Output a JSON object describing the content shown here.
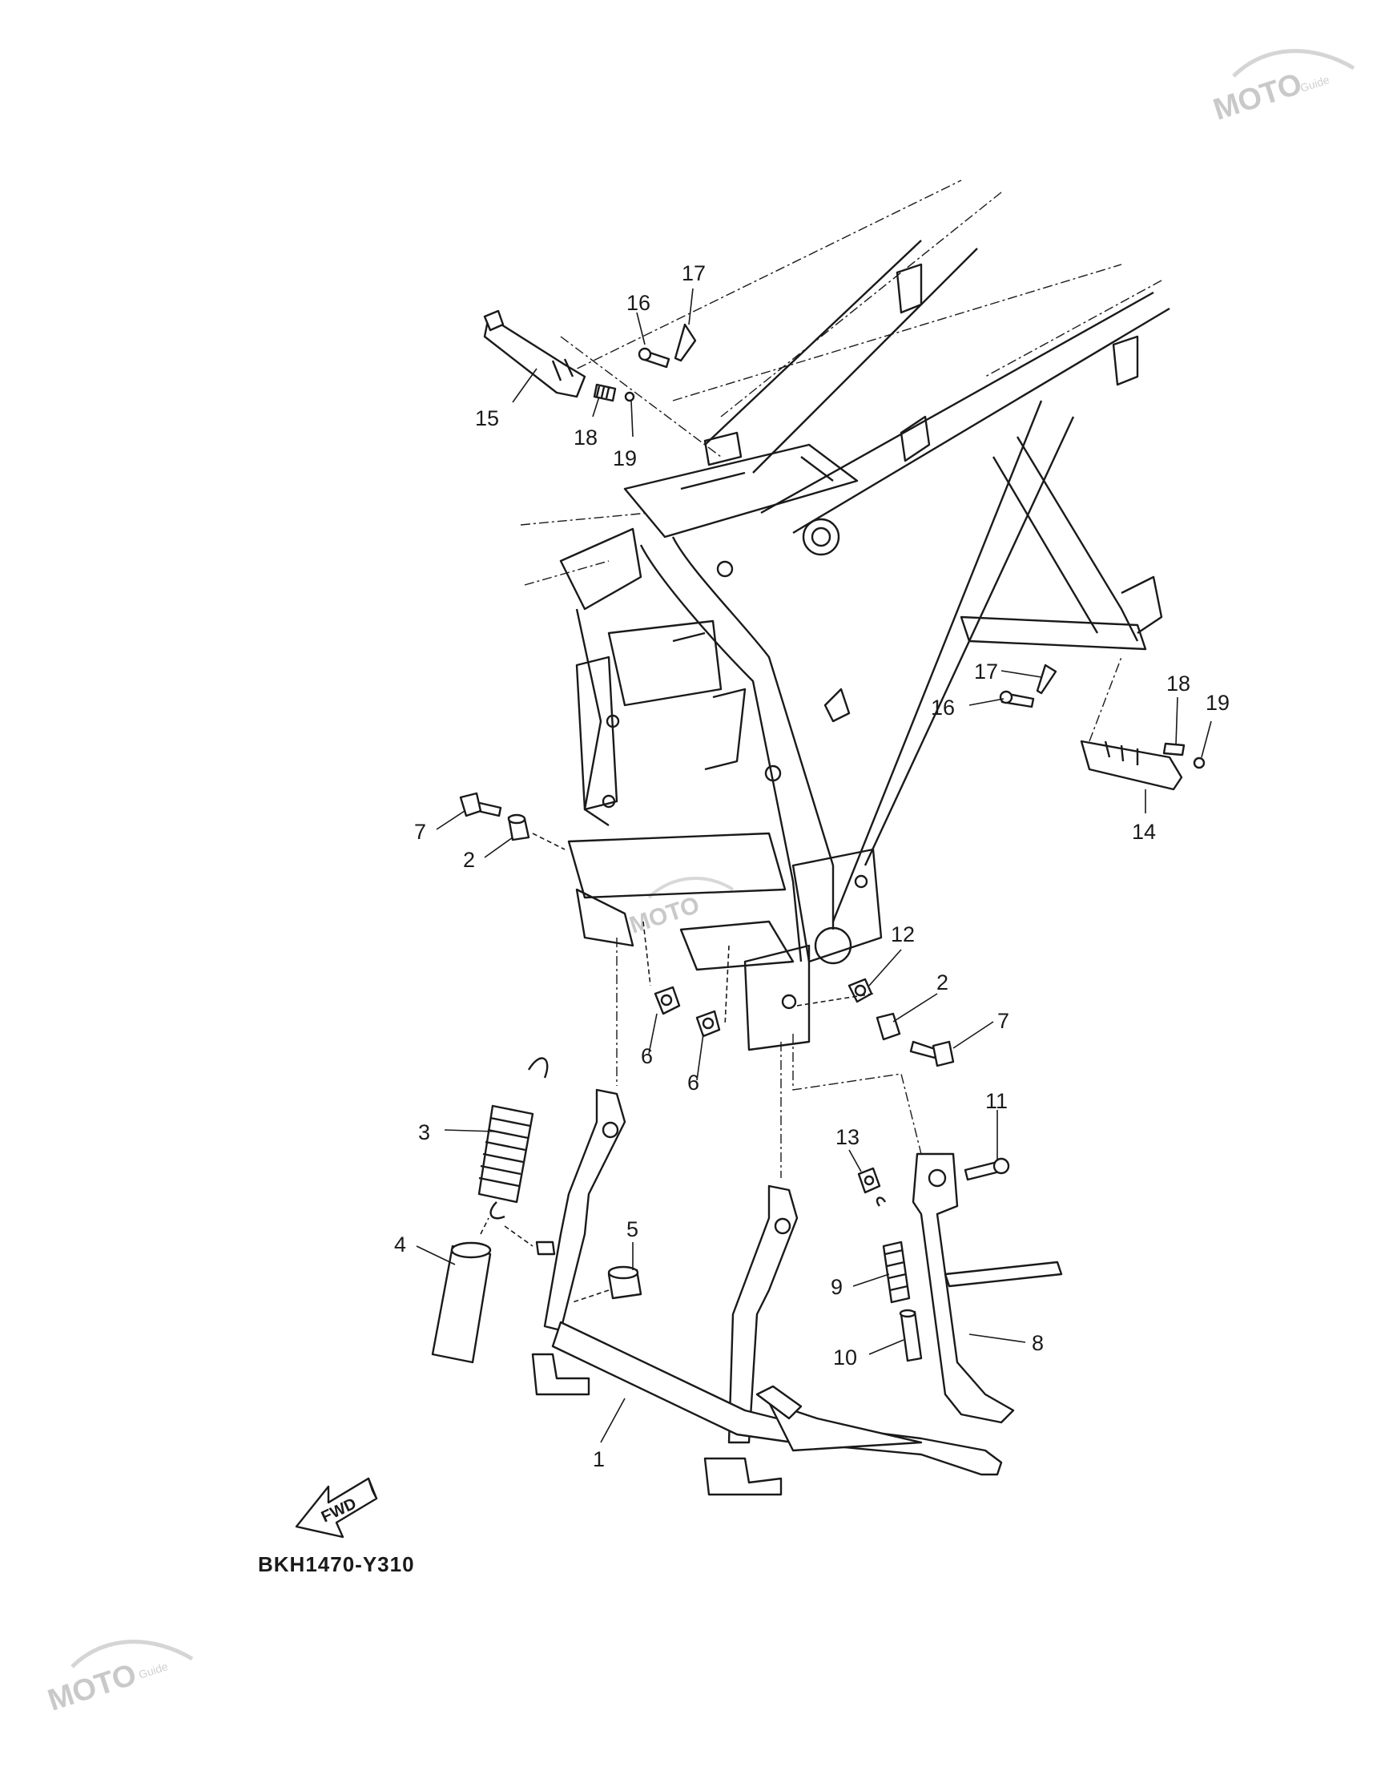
{
  "diagram": {
    "code": "BKH1470-Y310",
    "fwd_label": "FWD",
    "watermark": {
      "brand": "MOTO",
      "sub": "Guide"
    },
    "callouts": [
      {
        "id": "c1",
        "label": "1"
      },
      {
        "id": "c2a",
        "label": "2"
      },
      {
        "id": "c2b",
        "label": "2"
      },
      {
        "id": "c3",
        "label": "3"
      },
      {
        "id": "c4",
        "label": "4"
      },
      {
        "id": "c5",
        "label": "5"
      },
      {
        "id": "c6a",
        "label": "6"
      },
      {
        "id": "c6b",
        "label": "6"
      },
      {
        "id": "c7a",
        "label": "7"
      },
      {
        "id": "c7b",
        "label": "7"
      },
      {
        "id": "c8",
        "label": "8"
      },
      {
        "id": "c9",
        "label": "9"
      },
      {
        "id": "c10",
        "label": "10"
      },
      {
        "id": "c11",
        "label": "11"
      },
      {
        "id": "c12",
        "label": "12"
      },
      {
        "id": "c13",
        "label": "13"
      },
      {
        "id": "c14",
        "label": "14"
      },
      {
        "id": "c15",
        "label": "15"
      },
      {
        "id": "c16a",
        "label": "16"
      },
      {
        "id": "c16b",
        "label": "16"
      },
      {
        "id": "c17a",
        "label": "17"
      },
      {
        "id": "c17b",
        "label": "17"
      },
      {
        "id": "c18a",
        "label": "18"
      },
      {
        "id": "c18b",
        "label": "18"
      },
      {
        "id": "c19a",
        "label": "19"
      },
      {
        "id": "c19b",
        "label": "19"
      }
    ]
  }
}
